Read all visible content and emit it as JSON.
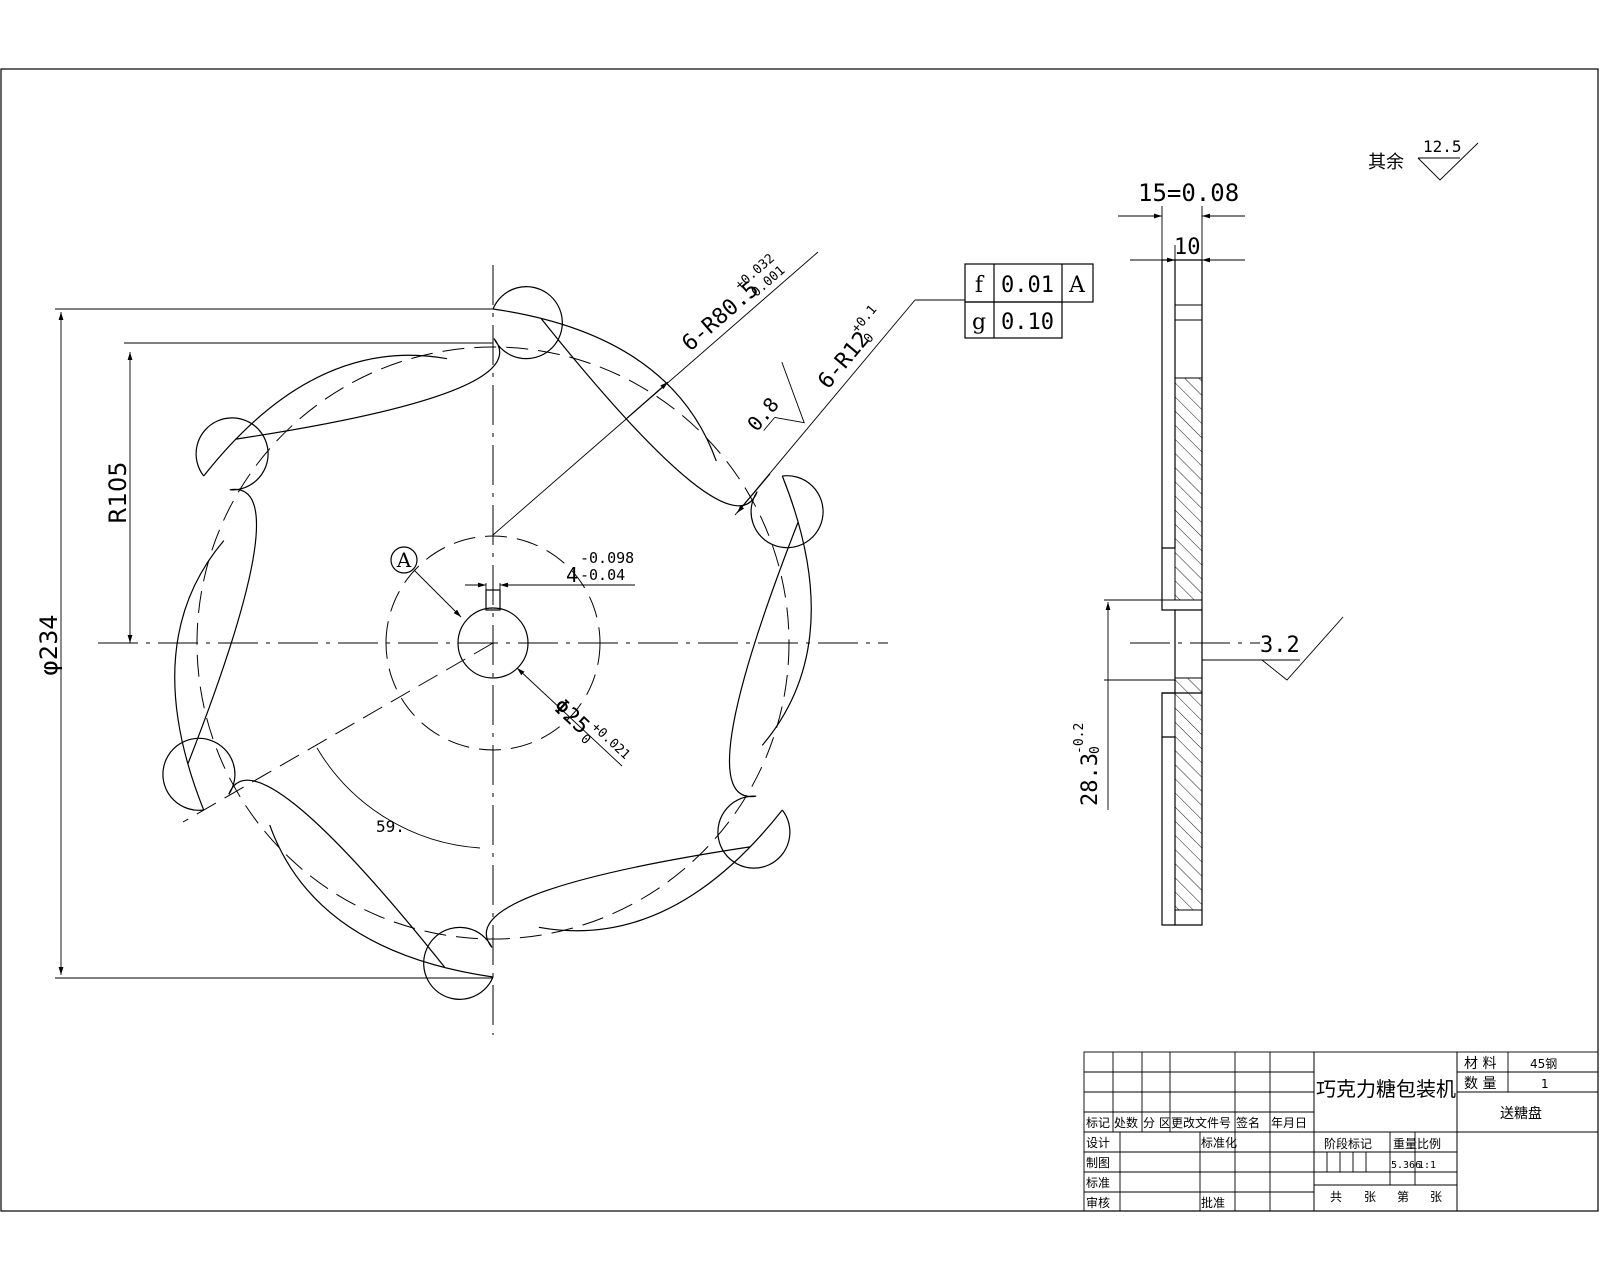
{
  "drawing": {
    "dimensions": {
      "outer_dia": "φ234",
      "pitch_radius": "R105",
      "pocket_radius": "6-R80.5",
      "pocket_radius_upper_tol": "+0.032",
      "pocket_radius_lower_tol": "-0.001",
      "tooth_radius": "6-R12",
      "tooth_radius_upper_tol": "+0.1",
      "tooth_radius_lower_tol": "0",
      "bore_dia": "Φ25",
      "bore_upper_tol": "+0.021",
      "bore_lower_tol": "0",
      "keyway_width": "4",
      "keyway_upper_tol": "-0.098",
      "keyway_lower_tol": "-0.04",
      "angle": "59.",
      "thickness": "15=0.08",
      "hub_thickness": "10",
      "keyway_depth": "28.3",
      "keyway_depth_upper_tol": "-0.2",
      "keyway_depth_lower_tol": "0"
    },
    "datum_label": "A",
    "roughness": {
      "general_label": "其余",
      "general_value": "12.5",
      "pocket_value": "0.8",
      "bore_value": "3.2"
    },
    "tolerance_frames": [
      {
        "symbol": "f",
        "value": "0.01",
        "datum": "A"
      },
      {
        "symbol": "g",
        "value": "0.10",
        "datum": ""
      }
    ]
  },
  "title_block": {
    "product_name": "巧克力糖包装机",
    "part_name": "送糖盘",
    "material_label": "材 料",
    "material_value": "45钢",
    "quantity_label": "数 量",
    "quantity_value": "1",
    "revision_headers": [
      "标记",
      "处数",
      "分 区",
      "更改文件号",
      "签名",
      "年月日"
    ],
    "role_rows": [
      "设计",
      "制图",
      "标准",
      "审核"
    ],
    "standardization_label": "标准化",
    "approval_label": "批准",
    "stage_label": "阶段标记",
    "weight_label": "重量",
    "scale_label": "比例",
    "weight_value": "5.366",
    "scale_value": "1:1",
    "sheet_total_label": "共",
    "sheet_label": "张",
    "sheet_number_label": "第",
    "sheet_label2": "张"
  }
}
